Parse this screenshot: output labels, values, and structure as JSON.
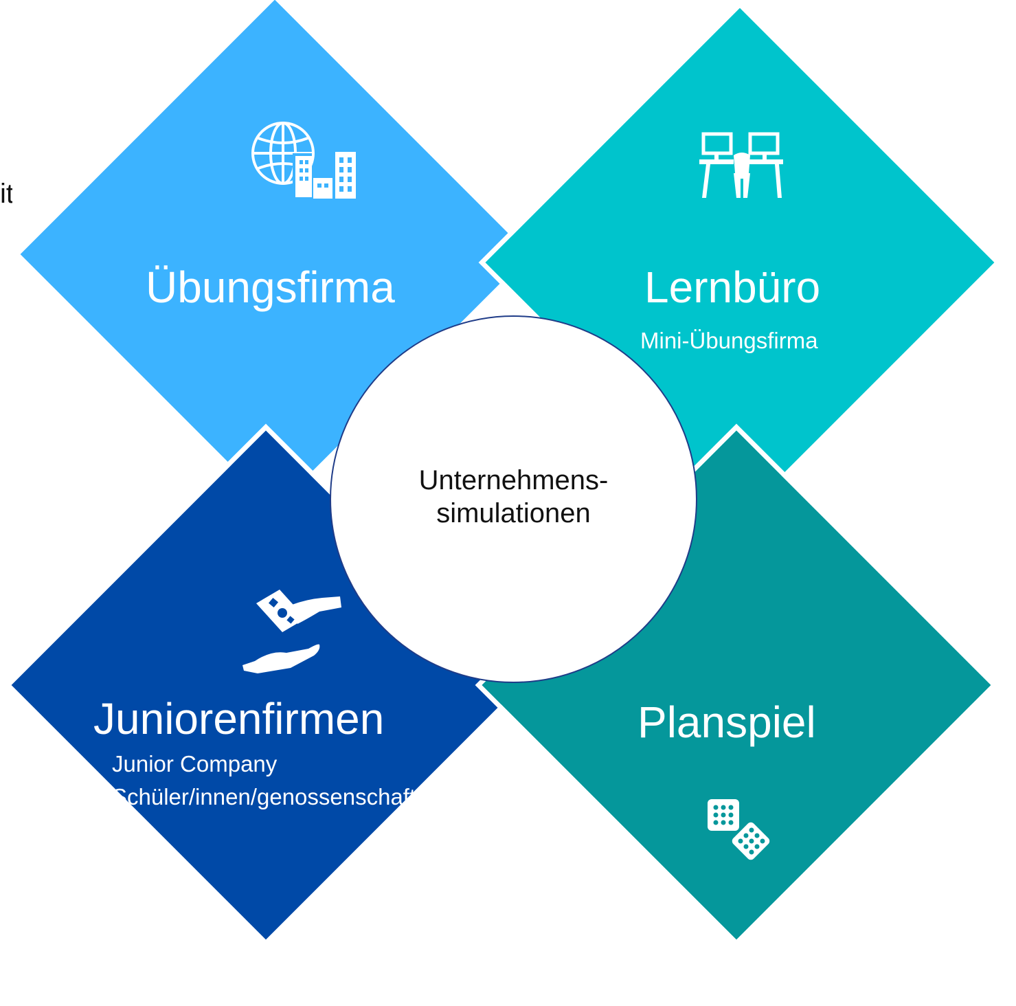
{
  "colors": {
    "top_left": "#3cb3ff",
    "top_right": "#00c4cc",
    "bottom_left": "#0049a7",
    "bottom_right": "#05979b",
    "circle_border": "#1f3c88"
  },
  "center": {
    "text": "Unternehmens-\nsimulationen"
  },
  "cut_text": "it",
  "quadrants": {
    "top_left": {
      "title": "Übungsfirma",
      "icon": "globe-buildings-icon"
    },
    "top_right": {
      "title": "Lernbüro",
      "subtitle": "Mini-Übungsfirma",
      "icon": "office-desks-icon"
    },
    "bottom_left": {
      "title": "Juniorenfirmen",
      "subtitle_1": "Junior Company",
      "subtitle_2": "Schüler/innen/genossenschaft",
      "icon": "money-hand-icon"
    },
    "bottom_right": {
      "title": "Planspiel",
      "icon": "dice-icon"
    }
  }
}
